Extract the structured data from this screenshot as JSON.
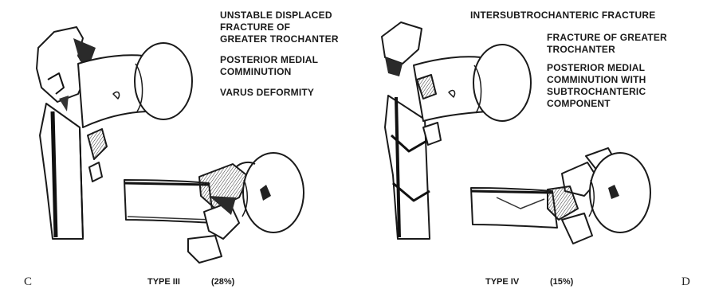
{
  "panels": [
    {
      "letter": "C",
      "type_label": "TYPE III",
      "percentage": "(28%)",
      "notes": [
        "UNSTABLE DISPLACED\nFRACTURE OF\nGREATER TROCHANTER",
        "POSTERIOR MEDIAL\nCOMMINUTION",
        "VARUS DEFORMITY"
      ]
    },
    {
      "letter": "D",
      "heading": "INTERSUBTROCHANTERIC FRACTURE",
      "type_label": "TYPE IV",
      "percentage": "(15%)",
      "notes": [
        "FRACTURE OF GREATER\nTROCHANTER",
        "POSTERIOR MEDIAL\nCOMMINUTION WITH\nSUBTROCHANTERIC\nCOMPONENT"
      ]
    }
  ],
  "colors": {
    "ink": "#1a1a1a",
    "shade": "#4a4a4a",
    "paper": "#ffffff"
  }
}
